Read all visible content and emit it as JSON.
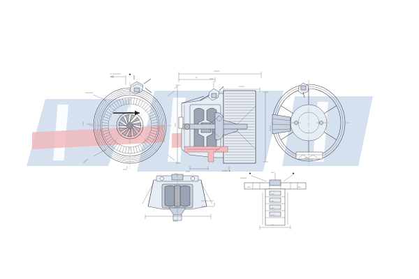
{
  "document": {
    "type": "engineering-drawing",
    "subject": "Automotive HVAC interior blower motor (fan assembly)",
    "sheet_background": "#ffffff",
    "line_color": "#3a3a44"
  },
  "watermark": {
    "visible": true,
    "blue": "#cfdcec",
    "red": "#f0b9bd",
    "white": "#ffffff"
  },
  "views": {
    "fan_front": {
      "name": "Front view - squirrel cage fan wheel",
      "blade_count": 58,
      "hub_blade_count": 11,
      "rotation_arrow": "▶",
      "labels": {
        "top_leader": "⇐ ▭▭▭▭",
        "top_star": "★",
        "upper_left": "▭▭▭▭",
        "left_edge": "▭▭",
        "lower_left": "▭▭▭",
        "right_edge": "▭▭",
        "bottom": "▭▭"
      }
    },
    "cross_section": {
      "name": "Sectional side view - motor and blower housing",
      "labels": {
        "overall_width": "▭▭▭",
        "left_span": "▭",
        "right_span": "▭▭▭",
        "top_detail": "▭▭",
        "left_height": "▭▭",
        "right_height": "▭▭▭",
        "bottom_left": "▭▭",
        "bottom_center": "▭▭▭ ★"
      },
      "highlight_color": "#f2bcbf",
      "motor_color": "#9aa4b4",
      "housing_color": "#e7edf5"
    },
    "housing_rear": {
      "name": "Rear view - motor mounting housing with spokes",
      "spoke_count": 6,
      "labels": {
        "nameplate": "▭▭▭"
      }
    },
    "bracket_bottom": {
      "name": "Bottom view - mounting bracket and impeller",
      "labels": {
        "width": "▭▭",
        "right_note": "▭▭",
        "top_note": "▭"
      }
    },
    "connector_detail": {
      "name": "Detail view - electrical connector / resistor terminal",
      "labels": {
        "left_star": "★",
        "right_star": "★",
        "top_note": "▭▭",
        "leader_note": "▭▭▭▭",
        "row_a": "▭▭",
        "row_b": "▭▭",
        "row_c": "▭▭",
        "row_d": "▭▭",
        "bottom_dim": "▭▭"
      }
    }
  }
}
